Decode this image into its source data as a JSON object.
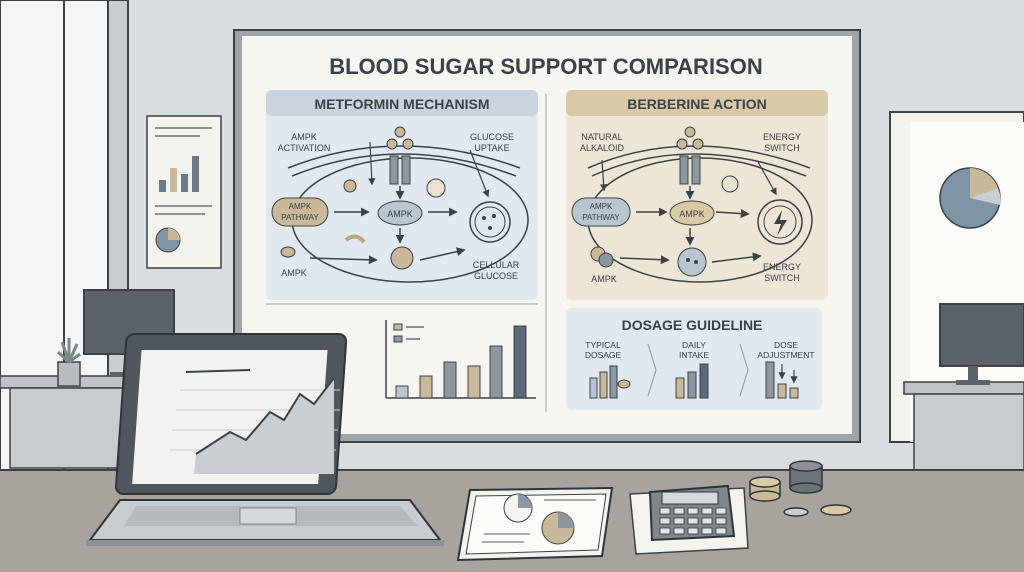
{
  "board": {
    "title": "BLOOD SUGAR SUPPORT COMPARISON",
    "metformin": {
      "header": "METFORMIN MECHANISM",
      "labels": {
        "ampk_activation_1": "AMPK",
        "ampk_activation_2": "ACTIVATION",
        "glucose_uptake_1": "GLUCOSE",
        "glucose_uptake_2": "UPTAKE",
        "ampk_pathway_1": "AMPK",
        "ampk_pathway_2": "PATHWAY",
        "ampk_center": "AMPK",
        "ampk_bottom": "AMPK",
        "cellular_glucose_1": "CELLULAR",
        "cellular_glucose_2": "GLUCOSE"
      }
    },
    "berberine": {
      "header": "BERBERINE ACTION",
      "labels": {
        "natural_alkaloid_1": "NATURAL",
        "natural_alkaloid_2": "ALKALOID",
        "energy_switch_top_1": "ENERGY",
        "energy_switch_top_2": "SWITCH",
        "ampk_pathway_1": "AMPK",
        "ampk_pathway_2": "PATHWAY",
        "ampk_center": "AMPK",
        "ampk_bottom": "AMPK",
        "energy_switch_bottom_1": "ENERGY",
        "energy_switch_bottom_2": "SWITCH"
      }
    },
    "dosage": {
      "title": "DOSAGE GUIDELINE",
      "columns": [
        {
          "line1": "TYPICAL",
          "line2": "DOSAGE"
        },
        {
          "line1": "DAILY",
          "line2": "INTAKE"
        },
        {
          "line1": "DOSE",
          "line2": "ADJUSTMENT"
        }
      ]
    }
  },
  "colors": {
    "wall": "#d9dde0",
    "board_bg": "#f6f5ef",
    "metformin_panel": "#e1e8ee",
    "berberine_panel": "#ede6d6",
    "accent_tan": "#c9b998",
    "accent_blue": "#7f94a5",
    "desk": "#a8a49d",
    "outline": "#3a4248"
  }
}
